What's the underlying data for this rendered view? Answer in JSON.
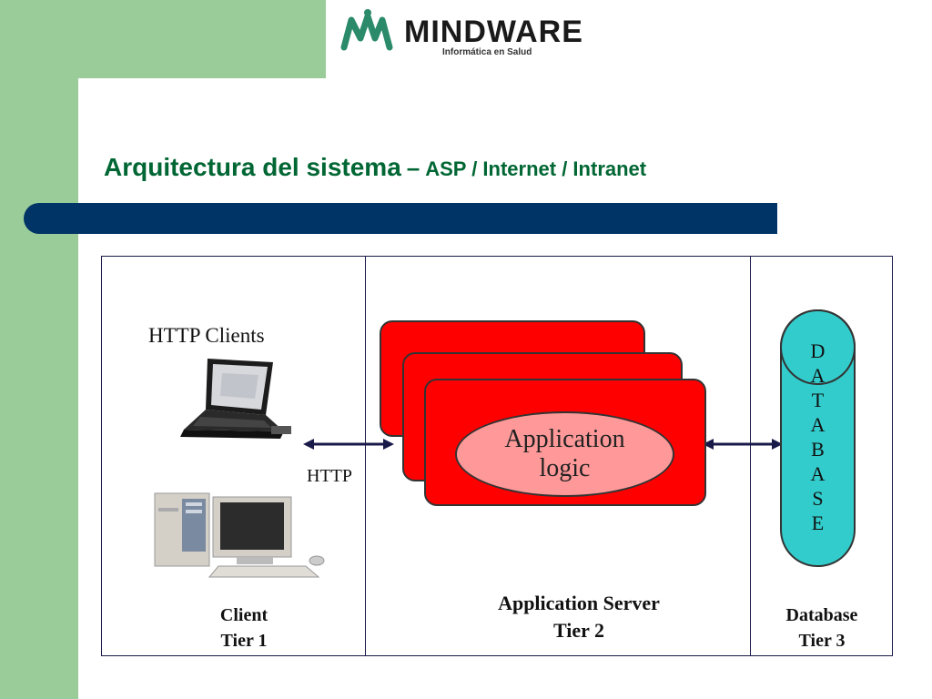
{
  "logo": {
    "brand": "MINDWARE",
    "tagline": "Informática en Salud"
  },
  "title": {
    "main": "Arquitectura del sistema",
    "separator": "–",
    "sub": "ASP / Internet / Intranet"
  },
  "diagram": {
    "http_clients_label": "HTTP Clients",
    "http_label": "HTTP",
    "app_logic": {
      "line1": "Application",
      "line2": "logic"
    },
    "database_letters": [
      "D",
      "A",
      "T",
      "A",
      "B",
      "A",
      "S",
      "E"
    ],
    "tiers": {
      "client": {
        "line1": "Client",
        "line2": "Tier 1"
      },
      "app_server": {
        "line1": "Application Server",
        "line2": "Tier 2"
      },
      "database": {
        "line1": "Database",
        "line2": "Tier 3"
      }
    }
  },
  "colors": {
    "green": "#99cc99",
    "navy": "#003366",
    "title_green": "#006633",
    "red": "#ff0000",
    "pink": "#ff9999",
    "cyan": "#33cccc"
  }
}
